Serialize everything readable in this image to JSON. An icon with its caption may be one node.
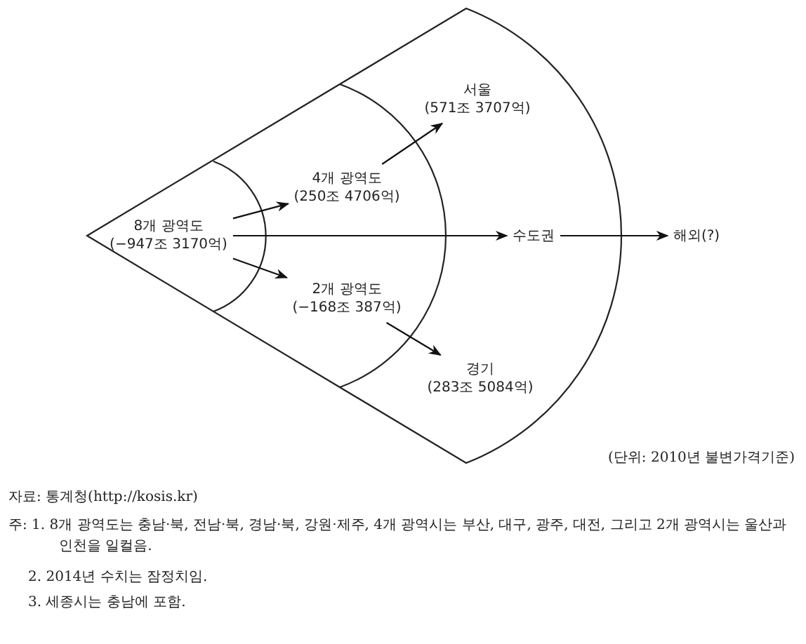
{
  "diagram": {
    "nodes": [
      {
        "text": [
          "8개 광역도",
          "(−947조 3170억)"
        ]
      },
      {
        "text": [
          "4개 광역도",
          "(250조 4706억)"
        ]
      },
      {
        "text": [
          "2개 광역도",
          "(−168조 387억)"
        ]
      },
      {
        "text": [
          "서울",
          "(571조 3707억)"
        ]
      },
      {
        "text": [
          "수도권"
        ]
      },
      {
        "text": [
          "경기",
          "(283조 5084억)"
        ]
      },
      {
        "text": [
          "해외(?)"
        ]
      }
    ],
    "edges": [
      {
        "from": 0,
        "to": 1,
        "arrow": "to"
      },
      {
        "from": 0,
        "to": 2,
        "arrow": "to"
      },
      {
        "from": 0,
        "to": 4,
        "arrow": "to"
      },
      {
        "from": 1,
        "to": 3,
        "arrow": "to"
      },
      {
        "from": 2,
        "to": 5,
        "arrow": "to"
      },
      {
        "from": 4,
        "to": 6,
        "arrow": "to"
      }
    ],
    "labels": [
      "(단위: 2010년 불변가격기준)",
      "자료: 통계청(http://kosis.kr)",
      "주: 1. 8개 광역도는 충남·북, 전남·북, 경남·북, 강원·제주, 4개 광역시는 부산, 대구, 광주, 대전, 그리고 2개 광역시는 울산과 인천을 일컬음.",
      "2. 2014년 수치는 잠정치임.",
      "3. 세종시는 충남에 포함."
    ]
  }
}
